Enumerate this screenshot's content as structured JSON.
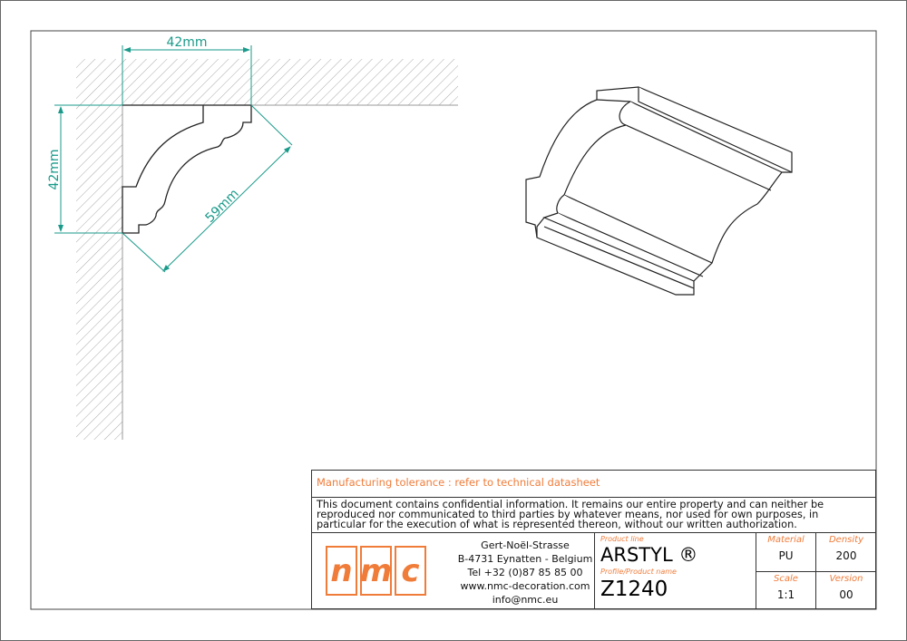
{
  "drawing": {
    "dim_width": "42mm",
    "dim_height": "42mm",
    "dim_diagonal": "59mm"
  },
  "title_block": {
    "tolerance": "Manufacturing tolerance : refer to technical datasheet",
    "confidential": "This document contains confidential information. It remains our entire property and can neither be reproduced nor communicated to third parties by whatever means, nor used for own purposes, in particular for the execution of what is represented thereon, without our written authorization.",
    "logo_letters": [
      "n",
      "m",
      "c"
    ],
    "address": [
      "Gert-Noël-Strasse",
      "B-4731 Eynatten - Belgium",
      "Tel +32 (0)87 85 85 00",
      "www.nmc-decoration.com",
      "info@nmc.eu"
    ],
    "product_line_label": "Product line",
    "product_line": "ARSTYL ®",
    "product_name_label": "Profile/Product name",
    "product_name": "Z1240",
    "material_label": "Material",
    "material": "PU",
    "density_label": "Density",
    "density": "200",
    "scale_label": "Scale",
    "scale": "1:1",
    "version_label": "Version",
    "version": "00"
  },
  "colors": {
    "dimension": "#1a9a8a",
    "accent": "#f07c3a"
  }
}
